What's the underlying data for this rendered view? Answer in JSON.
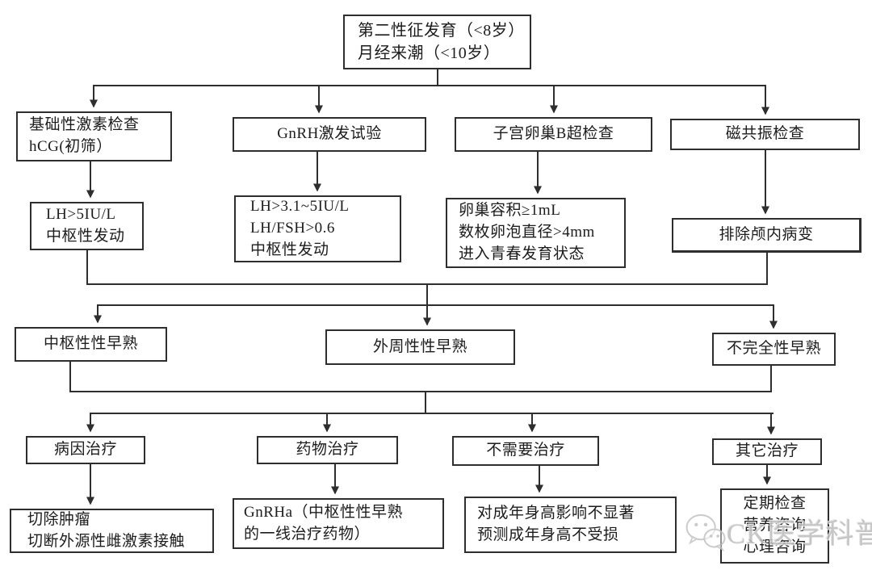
{
  "diagram": {
    "nodes": {
      "start": {
        "lines": [
          "第二性征发育（<8岁）",
          "月经来潮（<10岁）"
        ]
      },
      "exam_hormone": {
        "lines": [
          "基础性激素检查",
          "hCG(初筛）"
        ]
      },
      "exam_gnrh": {
        "lines": [
          "GnRH激发试验"
        ]
      },
      "exam_ultrasound": {
        "lines": [
          "子宫卵巢B超检查"
        ]
      },
      "exam_mri": {
        "lines": [
          "磁共振检查"
        ]
      },
      "result_lh": {
        "lines": [
          "LH>5IU/L",
          "中枢性发动"
        ]
      },
      "result_gnrh": {
        "lines": [
          "LH>3.1~5IU/L",
          "LH/FSH>0.6",
          "中枢性发动"
        ]
      },
      "result_ovary": {
        "lines": [
          "卵巢容积≥1mL",
          "数枚卵泡直径>4mm",
          "进入青春发育状态"
        ]
      },
      "result_mri": {
        "lines": [
          "排除颅内病变"
        ]
      },
      "dx_central": {
        "lines": [
          "中枢性性早熟"
        ]
      },
      "dx_peripheral": {
        "lines": [
          "外周性性早熟"
        ]
      },
      "dx_incomplete": {
        "lines": [
          "不完全性早熟"
        ]
      },
      "tx_etiology": {
        "lines": [
          "病因治疗"
        ]
      },
      "tx_drug": {
        "lines": [
          "药物治疗"
        ]
      },
      "tx_none": {
        "lines": [
          "不需要治疗"
        ]
      },
      "tx_other": {
        "lines": [
          "其它治疗"
        ]
      },
      "detail_surgery": {
        "lines": [
          "切除肿瘤",
          "切断外源性雌激素接触"
        ]
      },
      "detail_gnrha": {
        "lines": [
          "GnRHa（中枢性性早熟",
          "的一线治疗药物）"
        ]
      },
      "detail_height": {
        "lines": [
          "对成年身高影响不显著",
          "预测成年身高不受损"
        ]
      },
      "detail_followup": {
        "lines": [
          "定期检查",
          "营养咨询",
          "心理咨询"
        ]
      }
    }
  },
  "watermark": {
    "label": "CK医学科普",
    "icon": "wechat-logo",
    "color": "#bfbfbf"
  },
  "colors": {
    "background": "#ffffff",
    "border": "#2e2e2e",
    "line": "#2e2e2e",
    "text": "#1c1c1c"
  }
}
